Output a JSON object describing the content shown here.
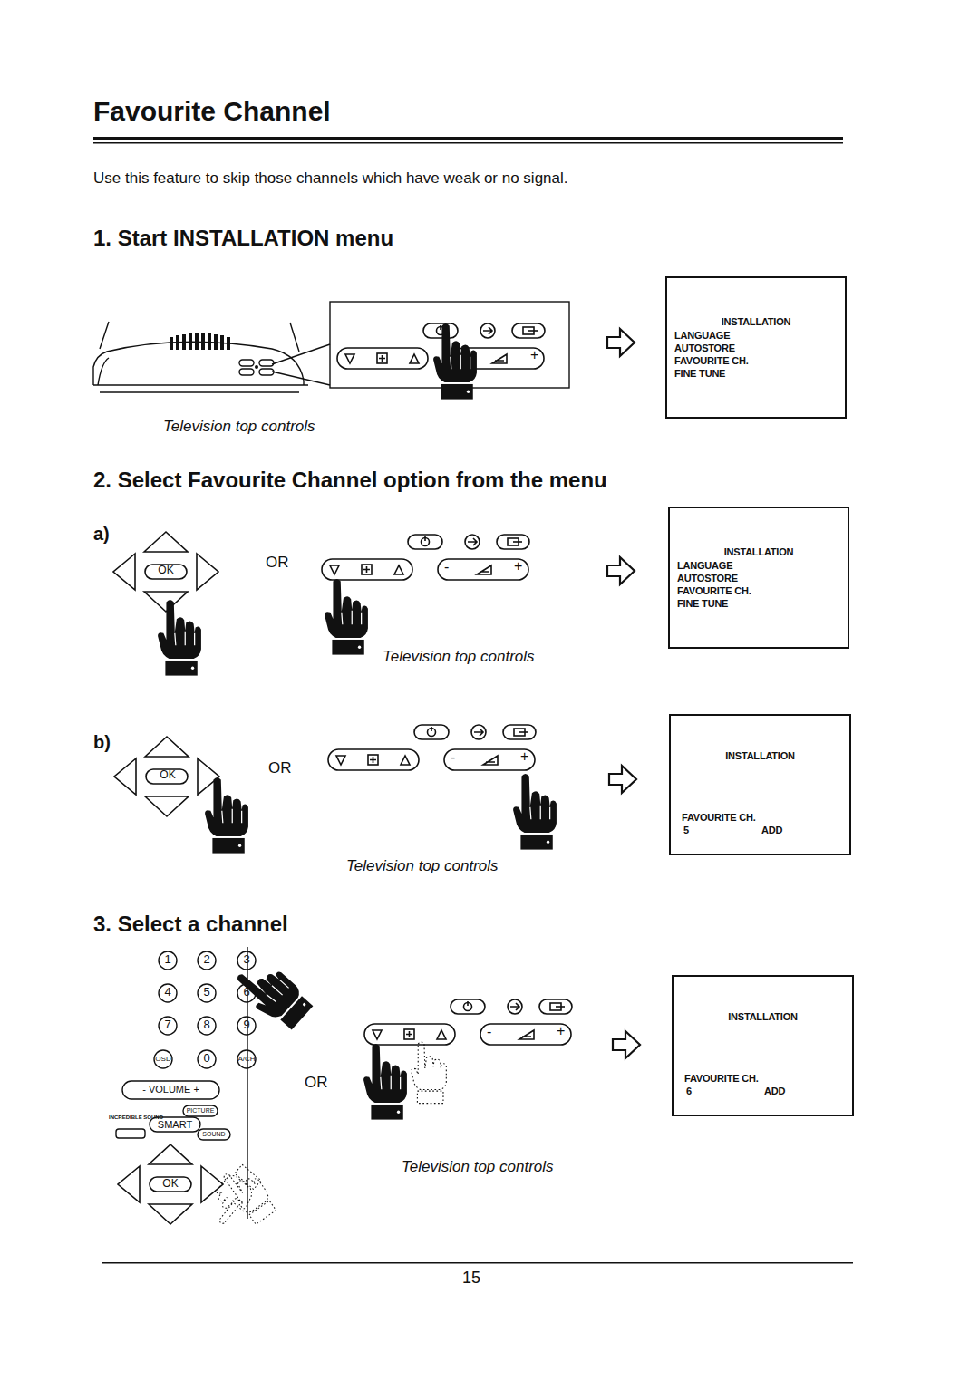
{
  "diagram": {
    "title": "Favourite Channel",
    "nodes": [
      {
        "text": [
          "INSTALLATION",
          "LANGUAGE",
          "AUTOSTORE",
          "FAVOURITE CH.",
          "FINE TUNE"
        ]
      },
      {
        "text": [
          "INSTALLATION",
          "LANGUAGE",
          "AUTOSTORE",
          "FAVOURITE CH.",
          "FINE TUNE"
        ]
      },
      {
        "text": [
          "INSTALLATION",
          "FAVOURITE CH.",
          "5",
          "ADD"
        ]
      },
      {
        "text": [
          "INSTALLATION",
          "FAVOURITE CH.",
          "6",
          "ADD"
        ]
      }
    ],
    "labels": [
      "Use this feature to skip those channels which have weak or no signal.",
      "1. Start INSTALLATION menu",
      "+",
      "Television top controls",
      "2. Select Favourite Channel option from the menu",
      "a)",
      "OK",
      "OR",
      "-",
      "+",
      "Television top controls",
      "b)",
      "OK",
      "OR",
      "-",
      "+",
      "Television top controls",
      "3. Select a channel",
      "1",
      "2",
      "3",
      "4",
      "5",
      "6",
      "7",
      "8",
      "9",
      "OSD",
      "0",
      "A/CH",
      "- VOLUME +",
      "INCREDIBLE SOUND",
      "PICTURE",
      "SMART",
      "SOUND",
      "OK",
      "OR",
      "-",
      "+",
      "Television top controls",
      "15"
    ]
  }
}
